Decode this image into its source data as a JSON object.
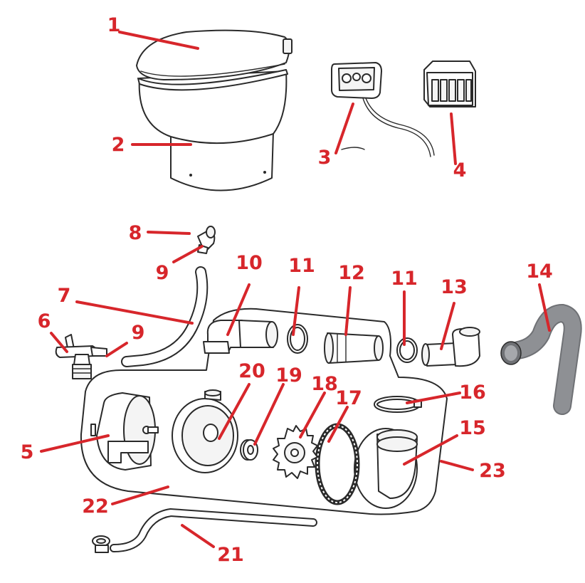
{
  "colors": {
    "callout": "#d7262b",
    "line": "#2a2a2a",
    "hose_grey": "#8e9094"
  },
  "callouts": [
    {
      "id": "1",
      "label": "1"
    },
    {
      "id": "2",
      "label": "2"
    },
    {
      "id": "3",
      "label": "3"
    },
    {
      "id": "4",
      "label": "4"
    },
    {
      "id": "5",
      "label": "5"
    },
    {
      "id": "6",
      "label": "6"
    },
    {
      "id": "7",
      "label": "7"
    },
    {
      "id": "8",
      "label": "8"
    },
    {
      "id": "9a",
      "label": "9"
    },
    {
      "id": "9b",
      "label": "9"
    },
    {
      "id": "10",
      "label": "10"
    },
    {
      "id": "11a",
      "label": "11"
    },
    {
      "id": "11b",
      "label": "11"
    },
    {
      "id": "12",
      "label": "12"
    },
    {
      "id": "13",
      "label": "13"
    },
    {
      "id": "14",
      "label": "14"
    },
    {
      "id": "15",
      "label": "15"
    },
    {
      "id": "16",
      "label": "16"
    },
    {
      "id": "17",
      "label": "17"
    },
    {
      "id": "18",
      "label": "18"
    },
    {
      "id": "19",
      "label": "19"
    },
    {
      "id": "20",
      "label": "20"
    },
    {
      "id": "21",
      "label": "21"
    },
    {
      "id": "22",
      "label": "22"
    },
    {
      "id": "23",
      "label": "23"
    }
  ]
}
